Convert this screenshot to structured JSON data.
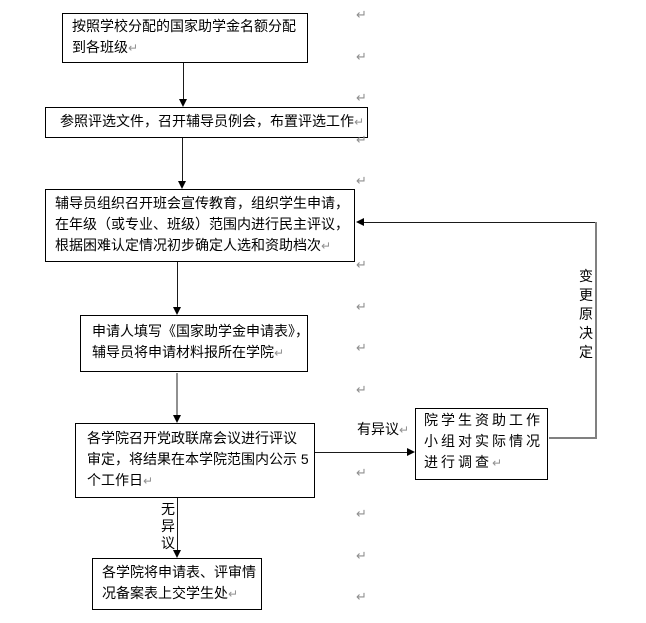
{
  "document": {
    "background": "#ffffff"
  },
  "glyphs": {
    "pilcrow": "↵"
  },
  "colors": {
    "box_border": "#000000",
    "arrow_black": "#1a1a1a",
    "connector_gray": "#808080",
    "formatting_mark_gray": "#8f8f8f"
  },
  "flowchart": {
    "boxes": {
      "allocate": {
        "lines": [
          "按照学校分配的国家助学金名额分配",
          "到各班级"
        ]
      },
      "meeting": {
        "lines": [
          "参照评选文件，召开辅导员例会，布置评选工作"
        ]
      },
      "class_review": {
        "lines": [
          "辅导员组织召开班会宣传教育，组织学生申请，",
          "在年级（或专业、班级）范围内进行民主评议，",
          "根据困难认定情况初步确定人选和资助档次"
        ]
      },
      "apply": {
        "lines": [
          "申请人填写《国家助学金申请表》，",
          "辅导员将申请材料报所在学院"
        ]
      },
      "college_review": {
        "lines": [
          "各学院召开党政联席会议进行评议",
          "审定，将结果在本学院范围内公示 5",
          "个工作日"
        ]
      },
      "investigate": {
        "lines": [
          "院学生资助工作",
          "小组对实际情况",
          "进行调查"
        ]
      },
      "submit": {
        "lines": [
          "各学院将申请表、评审情",
          "况备案表上交学生处"
        ]
      }
    },
    "labels": {
      "objection": "有异议",
      "no_objection": "无异议",
      "change_decision": "变更原决定"
    }
  }
}
